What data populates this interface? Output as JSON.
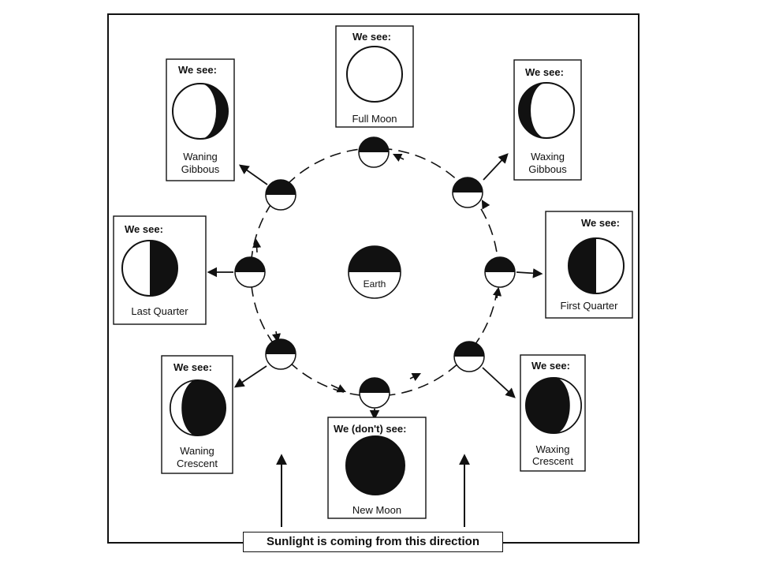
{
  "labels": {
    "we_see": "We see:",
    "we_dont_see": "We (don't) see:",
    "earth": "Earth",
    "sunlight": "Sunlight is coming from this direction"
  },
  "phases": {
    "full_moon": "Full Moon",
    "waxing_gibbous": [
      "Waxing",
      "Gibbous"
    ],
    "first_quarter": "First Quarter",
    "waxing_crescent": [
      "Waxing",
      "Crescent"
    ],
    "new_moon": "New Moon",
    "waning_crescent": [
      "Waning",
      "Crescent"
    ],
    "last_quarter": "Last Quarter",
    "waning_gibbous": [
      "Waning",
      "Gibbous"
    ]
  }
}
